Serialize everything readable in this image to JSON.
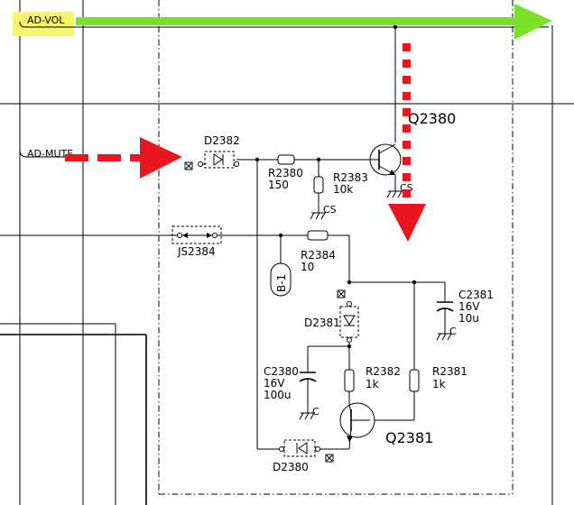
{
  "signals": {
    "ad_vol": "AD-VOL",
    "ad_mute": "AD-MUTE"
  },
  "jumper": {
    "ref": "JS2384"
  },
  "diodes": {
    "d2382": "D2382",
    "d2381": "D2381",
    "d2380": "D2380"
  },
  "resistors": {
    "r2380": {
      "ref": "R2380",
      "value": "150"
    },
    "r2383": {
      "ref": "R2383",
      "value": "10k"
    },
    "r2384": {
      "ref": "R2384",
      "value": "10"
    },
    "r2382": {
      "ref": "R2382",
      "value": "1k"
    },
    "r2381": {
      "ref": "R2381",
      "value": "1k"
    }
  },
  "capacitors": {
    "c2381": {
      "ref": "C2381",
      "voltage": "16V",
      "value": "10u"
    },
    "c2380": {
      "ref": "C2380",
      "voltage": "16V",
      "value": "100u"
    }
  },
  "transistors": {
    "q2380": "Q2380",
    "q2381": "Q2381"
  },
  "grounds": {
    "cs": "CS",
    "c_right": "C",
    "c_left": "C",
    "q_emitter": "CS"
  },
  "connector": {
    "label": "B-1"
  },
  "colors": {
    "highlight_yellow": "#f7f56a",
    "arrow_green": "#7be02a",
    "arrow_red": "#e8161e",
    "wire": "#000000"
  }
}
